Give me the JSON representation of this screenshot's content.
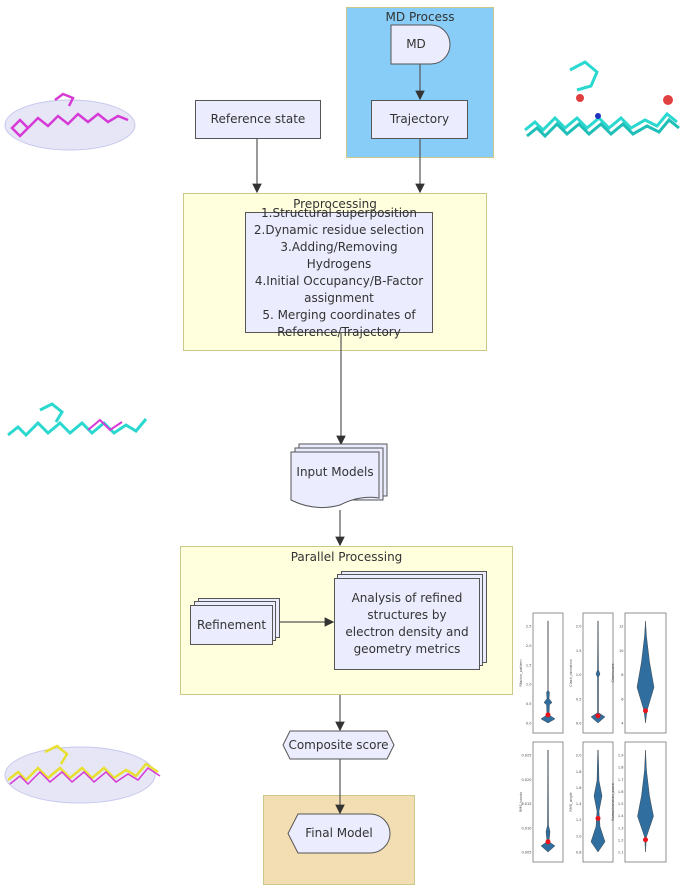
{
  "colors": {
    "node_fill": "#ececff",
    "cluster_fill": "#ffffde",
    "md_cluster_fill": "#87cdf7",
    "final_cluster_fill": "#f3ddb2",
    "violin": "#2f6e9e",
    "marker": "#e8141a"
  },
  "md_process": {
    "title": "MD Process",
    "md_node": "MD",
    "trajectory": "Trajectory"
  },
  "reference_state": "Reference state",
  "preprocessing": {
    "title": "Preprocessing",
    "steps": [
      "1.Structural superposition",
      "2.Dynamic residue selection",
      "3.Adding/Removing Hydrogens",
      "4.Initial Occupancy/B-Factor assignment",
      "5. Merging coordinates of Reference/Trajectory"
    ]
  },
  "input_models": "Input Models",
  "parallel_processing": {
    "title": "Parallel Processing",
    "refinement": "Refinement",
    "analysis": "Analysis of refined structures by electron density and geometry metrics"
  },
  "composite_score": "Composite score",
  "final_model": "Final Model",
  "violin_plots": [
    {
      "ylabel": "Rfactor_pattern",
      "ticks": [
        "0.0",
        "0.5",
        "1.0",
        "1.5",
        "2.0",
        "2.5"
      ]
    },
    {
      "ylabel": "Clash_deviation",
      "ticks": [
        "0.0",
        "0.5",
        "1.0",
        "1.5",
        "2.0"
      ]
    },
    {
      "ylabel": "Clashscore",
      "ticks": [
        "4",
        "6",
        "8",
        "10",
        "12"
      ]
    },
    {
      "ylabel": "RMS_bonds",
      "ticks": [
        "0.005",
        "0.010",
        "0.015",
        "0.020",
        "0.025"
      ]
    },
    {
      "ylabel": "RMS_angle",
      "ticks": [
        "0.8",
        "1.0",
        "1.2",
        "1.4",
        "1.6",
        "1.8",
        "2.0"
      ]
    },
    {
      "ylabel": "Ramachandran_score",
      "ticks": [
        "1.1",
        "1.2",
        "1.3",
        "1.4",
        "1.5",
        "1.6",
        "1.7",
        "1.8",
        "1.9"
      ]
    }
  ]
}
